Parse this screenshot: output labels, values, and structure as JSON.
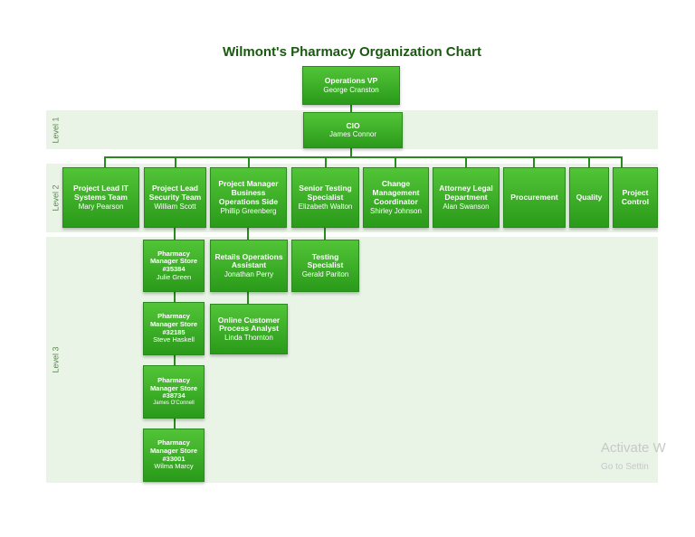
{
  "title": "Wilmont's Pharmacy Organization Chart",
  "levels": {
    "level1": "Level 1",
    "level2": "Level 2",
    "level3": "Level 3"
  },
  "top": {
    "role": "Operations VP",
    "name": "George Cranston"
  },
  "level1": {
    "role": "CIO",
    "name": "James Connor"
  },
  "level2": [
    {
      "role": "Project Lead IT Systems Team",
      "name": "Mary Pearson"
    },
    {
      "role": "Project Lead Security Team",
      "name": "William Scott"
    },
    {
      "role": "Project Manager Business Operations Side",
      "name": "Phillip Greenberg"
    },
    {
      "role": "Senior Testing Specialist",
      "name": "Elizabeth Walton"
    },
    {
      "role": "Change Management Coordinator",
      "name": "Shirley Johnson"
    },
    {
      "role": "Attorney Legal Department",
      "name": "Alan Swanson"
    },
    {
      "role": "Procurement",
      "name": ""
    },
    {
      "role": "Quality",
      "name": ""
    },
    {
      "role": "Project Control",
      "name": ""
    }
  ],
  "level3_security": [
    {
      "role": "Pharmacy Manager Store #35384",
      "name": "Julie Green"
    },
    {
      "role": "Pharmacy Manager Store #32185",
      "name": "Steve Haskell"
    },
    {
      "role": "Pharmacy Manager Store #38734",
      "name": "James O'Connell"
    },
    {
      "role": "Pharmacy Manager Store #33001",
      "name": "Wilma Marcy"
    }
  ],
  "level3_business": [
    {
      "role": "Retails Operations Assistant",
      "name": "Jonathan Perry"
    },
    {
      "role": "Online Customer Process Analyst",
      "name": "Linda Thornton"
    }
  ],
  "level3_testing": [
    {
      "role": "Testing Specialist",
      "name": "Gerald Pariton"
    }
  ],
  "watermark": {
    "line1": "Activate W",
    "line2": "Go to Settin"
  },
  "colors": {
    "box": "#3aae27",
    "line": "#2b8a1d",
    "band": "#e9f3e6",
    "title": "#1a5a10"
  }
}
